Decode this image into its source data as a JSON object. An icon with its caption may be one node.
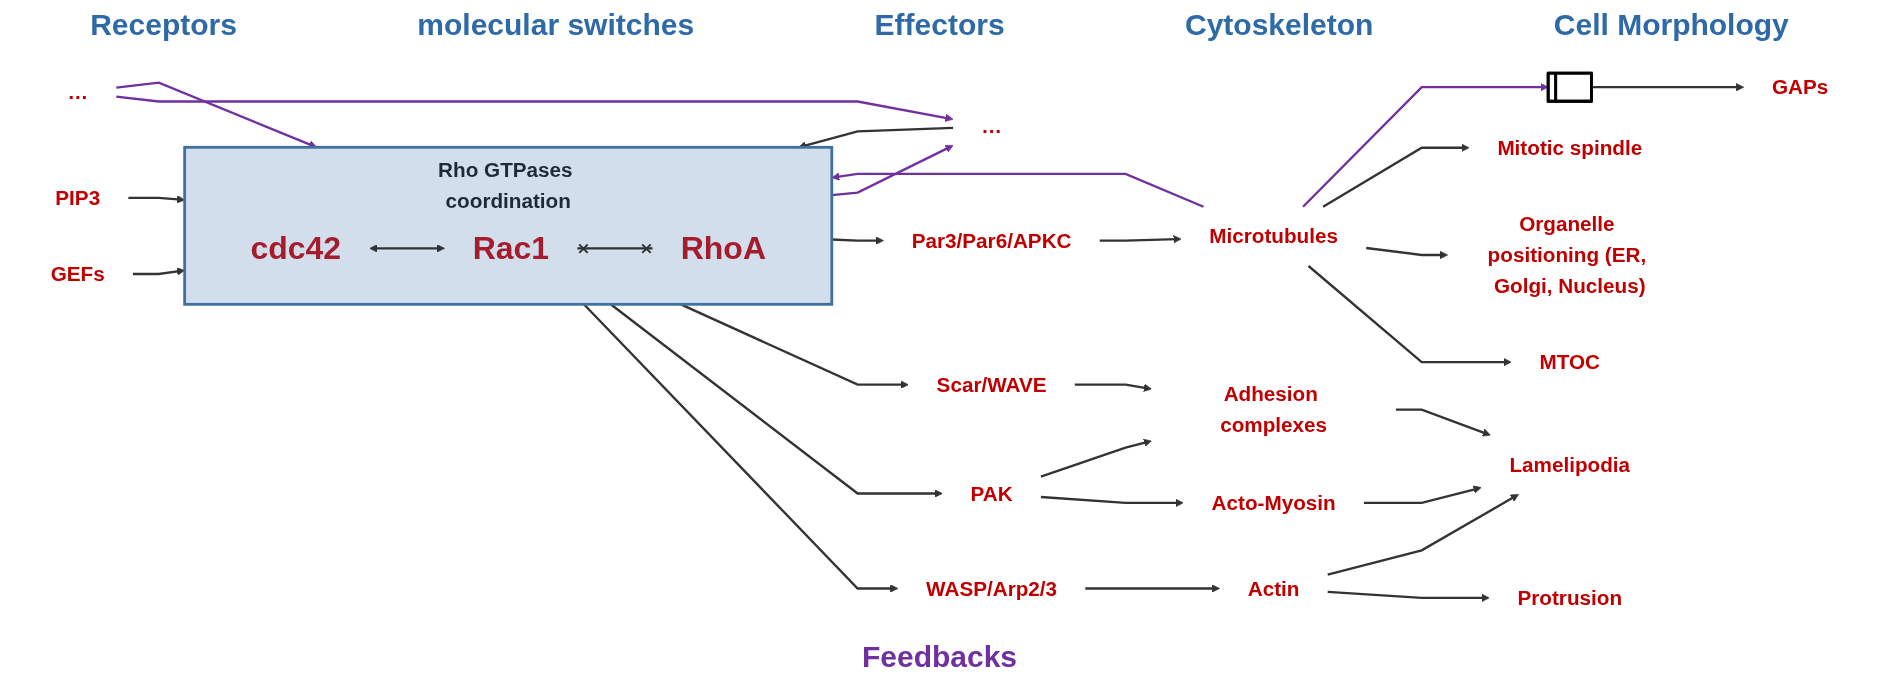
{
  "diagram": {
    "nodes": [
      {
        "text": [],
        "shape": "picture"
      },
      {
        "text": [
          "GEFs"
        ]
      },
      {
        "text": [
          "GAPs"
        ]
      },
      {
        "text": [
          "PIP3"
        ]
      },
      {
        "text": [
          "…"
        ]
      },
      {
        "text": [
          "Rho GTPases coordination"
        ]
      },
      {
        "text": [
          "cdc42"
        ],
        "in": 5
      },
      {
        "text": [
          "Rac1"
        ],
        "in": 5
      },
      {
        "text": [
          "RhoA"
        ],
        "in": 5
      },
      {
        "text": [
          "WASP/Arp2/3"
        ]
      },
      {
        "text": [
          "PAK"
        ]
      },
      {
        "text": [
          "Scar/WAVE"
        ]
      },
      {
        "text": [
          "Par3/Par6/APKC"
        ]
      },
      {
        "text": [
          "…"
        ]
      },
      {
        "text": [
          "Actin"
        ]
      },
      {
        "text": [
          "Acto-Myosin"
        ]
      },
      {
        "text": [
          "Adhesion complexes"
        ]
      },
      {
        "text": [
          "Microtubules"
        ]
      },
      {
        "text": [
          "Protrusion"
        ]
      },
      {
        "text": [
          "Lamelipodia"
        ]
      },
      {
        "text": [
          "MTOC"
        ]
      },
      {
        "text": [
          "Organelle positioning (ER, Golgi, Nucleus)"
        ]
      },
      {
        "text": [
          "Mitotic spindle"
        ]
      }
    ],
    "edges": [
      {
        "from": 0,
        "to": 2,
        "arrow": "to"
      },
      {
        "from": 1,
        "to": 5,
        "arrow": "to"
      },
      {
        "from": 3,
        "to": 5,
        "arrow": "to"
      },
      {
        "from": 4,
        "to": 5,
        "arrow": "to"
      },
      {
        "from": 6,
        "to": 7,
        "arrow": "both"
      },
      {
        "from": 7,
        "to": 8,
        "arrow": "other"
      },
      {
        "from": 5,
        "to": 9,
        "arrow": "to"
      },
      {
        "from": 5,
        "to": 10,
        "arrow": "to"
      },
      {
        "from": 5,
        "to": 11,
        "arrow": "to"
      },
      {
        "from": 5,
        "to": 12,
        "arrow": "to"
      },
      {
        "from": 9,
        "to": 14,
        "arrow": "to"
      },
      {
        "from": 10,
        "to": 15,
        "arrow": "to"
      },
      {
        "from": 10,
        "to": 16,
        "arrow": "to"
      },
      {
        "from": 11,
        "to": 16,
        "arrow": "to"
      },
      {
        "from": 12,
        "to": 17,
        "arrow": "to"
      },
      {
        "from": 14,
        "to": 18,
        "arrow": "to"
      },
      {
        "from": 14,
        "to": 19,
        "arrow": "to"
      },
      {
        "from": 15,
        "to": 19,
        "arrow": "to"
      },
      {
        "from": 16,
        "to": 19,
        "arrow": "to"
      },
      {
        "from": 17,
        "to": 20,
        "arrow": "to"
      },
      {
        "from": 17,
        "to": 21,
        "arrow": "to"
      },
      {
        "from": 17,
        "to": 22,
        "arrow": "to"
      },
      {
        "from": 5,
        "to": 4,
        "arrow": "to",
        "color": "#7030a0"
      },
      {
        "from": 13,
        "to": 4,
        "arrow": "to",
        "color": "#7030a0"
      },
      {
        "from": 13,
        "to": 5,
        "arrow": "to",
        "color": "#7030a0"
      },
      {
        "from": 17,
        "to": 0,
        "arrow": "to",
        "color": "#7030a0"
      },
      {
        "from": 17,
        "to": 5,
        "arrow": "to",
        "color": "#7030a0"
      }
    ],
    "labels": [
      "Receptors",
      "molecular switches",
      "Effectors",
      "Cytoskeleton",
      "Cell Morphology",
      "Feedbacks"
    ]
  }
}
